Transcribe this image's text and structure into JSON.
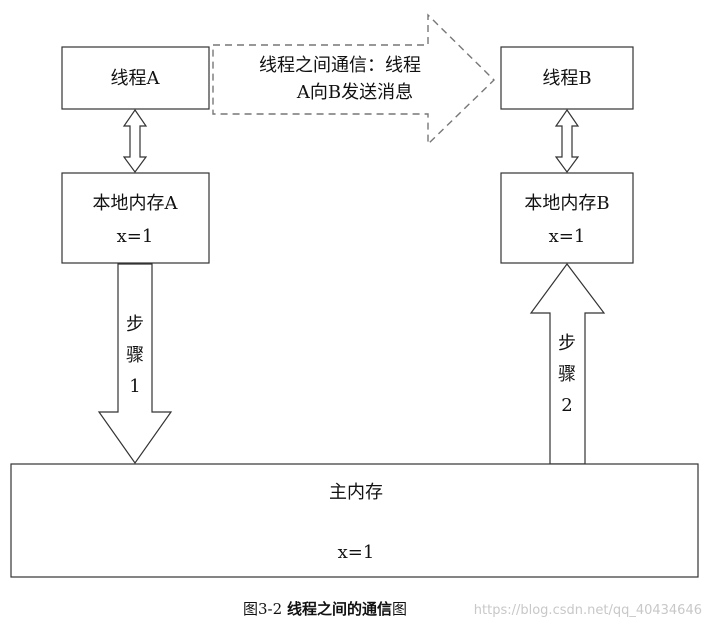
{
  "thread_a": {
    "label": "线程A"
  },
  "thread_b": {
    "label": "线程B"
  },
  "message": {
    "line1": "线程之间通信：线程",
    "line2": "A向B发送消息"
  },
  "local_memory_a": {
    "title": "本地内存A",
    "value": "x=1"
  },
  "local_memory_b": {
    "title": "本地内存B",
    "value": "x=1"
  },
  "step1": {
    "line1": "步",
    "line2": "骤",
    "line3": "1"
  },
  "step2": {
    "line1": "步",
    "line2": "骤",
    "line3": "2"
  },
  "main_memory": {
    "title": "主内存",
    "value": "x=1"
  },
  "caption": {
    "prefix": "图3-2  ",
    "bold": "线程之间的通信",
    "suffix": "图"
  },
  "watermark": "https://blog.csdn.net/qq_40434646"
}
